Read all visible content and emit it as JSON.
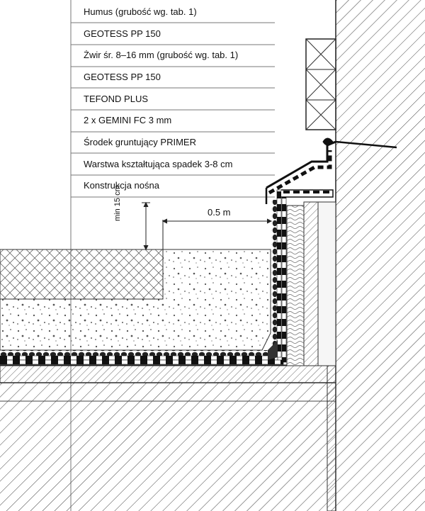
{
  "layers": [
    {
      "label": "Humus (grubość wg. tab. 1)"
    },
    {
      "label": "GEOTESS PP 150"
    },
    {
      "label": "Żwir śr. 8–16 mm (grubość wg. tab. 1)"
    },
    {
      "label": "GEOTESS PP 150"
    },
    {
      "label": "TEFOND PLUS"
    },
    {
      "label": "2 x GEMINI FC 3 mm"
    },
    {
      "label": "Środek gruntujący PRIMER"
    },
    {
      "label": "Warstwa kształtująca spadek 3-8 cm"
    },
    {
      "label": "Konstrukcja nośna"
    }
  ],
  "dimensions": {
    "horizontal": "0.5 m",
    "vertical": "min 15 cm"
  }
}
